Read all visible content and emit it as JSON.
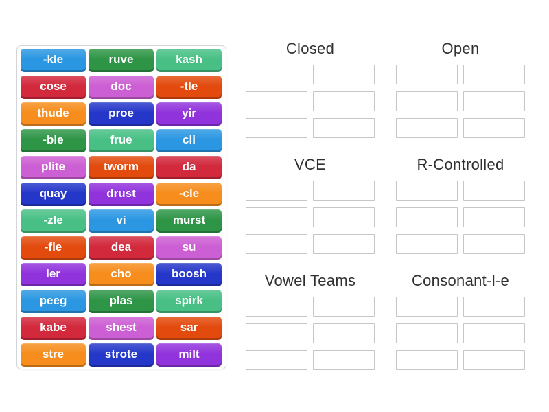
{
  "palette": {
    "blue": "#2b97e2",
    "dark_green": "#2e9547",
    "green": "#48c085",
    "red": "#d2293d",
    "orchid": "#cd5fd4",
    "vermillion": "#e34b0e",
    "orange": "#f68d1d",
    "dark_blue": "#2537c9",
    "purple": "#9133dc"
  },
  "word_bank": {
    "tiles": [
      {
        "label": "-kle",
        "color": "blue"
      },
      {
        "label": "ruve",
        "color": "dark_green"
      },
      {
        "label": "kash",
        "color": "green"
      },
      {
        "label": "cose",
        "color": "red"
      },
      {
        "label": "doc",
        "color": "orchid"
      },
      {
        "label": "-tle",
        "color": "vermillion"
      },
      {
        "label": "thude",
        "color": "orange"
      },
      {
        "label": "proe",
        "color": "dark_blue"
      },
      {
        "label": "yir",
        "color": "purple"
      },
      {
        "label": "-ble",
        "color": "dark_green"
      },
      {
        "label": "frue",
        "color": "green"
      },
      {
        "label": "cli",
        "color": "blue"
      },
      {
        "label": "plite",
        "color": "orchid"
      },
      {
        "label": "tworm",
        "color": "vermillion"
      },
      {
        "label": "da",
        "color": "red"
      },
      {
        "label": "quay",
        "color": "dark_blue"
      },
      {
        "label": "drust",
        "color": "purple"
      },
      {
        "label": "-cle",
        "color": "orange"
      },
      {
        "label": "-zle",
        "color": "green"
      },
      {
        "label": "vi",
        "color": "blue"
      },
      {
        "label": "murst",
        "color": "dark_green"
      },
      {
        "label": "-fle",
        "color": "vermillion"
      },
      {
        "label": "dea",
        "color": "red"
      },
      {
        "label": "su",
        "color": "orchid"
      },
      {
        "label": "ler",
        "color": "purple"
      },
      {
        "label": "cho",
        "color": "orange"
      },
      {
        "label": "boosh",
        "color": "dark_blue"
      },
      {
        "label": "peeg",
        "color": "blue"
      },
      {
        "label": "plas",
        "color": "dark_green"
      },
      {
        "label": "spirk",
        "color": "green"
      },
      {
        "label": "kabe",
        "color": "red"
      },
      {
        "label": "shest",
        "color": "orchid"
      },
      {
        "label": "sar",
        "color": "vermillion"
      },
      {
        "label": "stre",
        "color": "orange"
      },
      {
        "label": "strote",
        "color": "dark_blue"
      },
      {
        "label": "milt",
        "color": "purple"
      }
    ]
  },
  "groups": [
    {
      "label": "Closed"
    },
    {
      "label": "Open"
    },
    {
      "label": "VCE"
    },
    {
      "label": "R-Controlled"
    },
    {
      "label": "Vowel Teams"
    },
    {
      "label": "Consonant-l-e"
    }
  ],
  "slots_per_group": 6,
  "slot_grid": {
    "columns": 2,
    "rows": 3
  },
  "colors": {
    "page_background": "#ffffff",
    "panel_border": "#d2d4d8",
    "slot_border": "#c6c6c6",
    "heading_text": "#303030",
    "tile_text": "#ffffff"
  }
}
